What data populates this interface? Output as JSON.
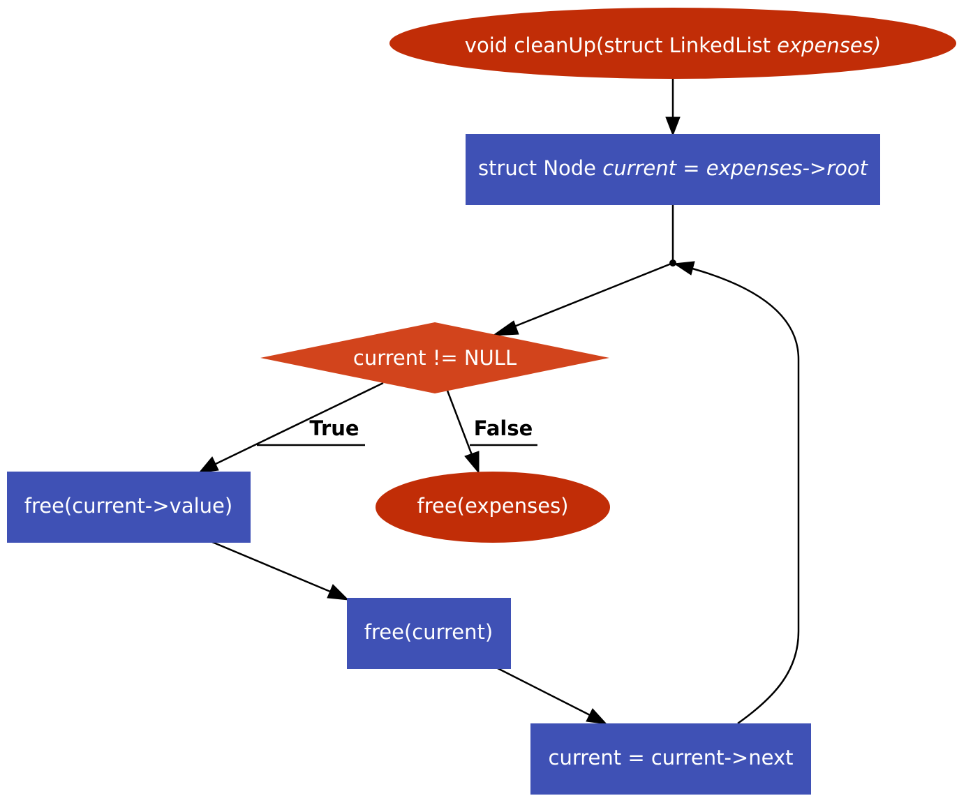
{
  "colors": {
    "terminal": "#c12d07",
    "process": "#3f51b5",
    "decision": "#d2441c",
    "edge": "#000000"
  },
  "nodes": {
    "start": {
      "text_plain": "void cleanUp(struct LinkedList ",
      "text_italic": "expenses)"
    },
    "init": {
      "text_plain": "struct Node ",
      "text_italic": "current = expenses->root"
    },
    "condition": {
      "text": "current != NULL"
    },
    "free_value": {
      "text": "free(current->value)"
    },
    "free_list": {
      "text": "free(expenses)"
    },
    "free_node": {
      "text": "free(current)"
    },
    "advance": {
      "text": "current = current->next"
    }
  },
  "edges": {
    "true_label": "True",
    "false_label": "False"
  }
}
